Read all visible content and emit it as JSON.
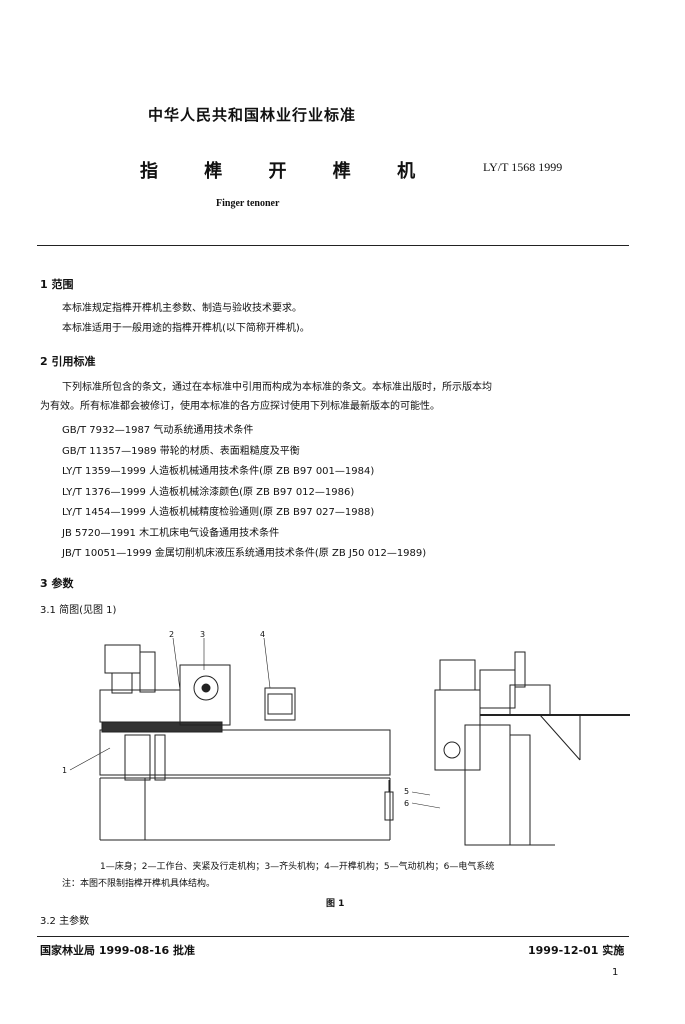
{
  "header": {
    "organization": "中华人民共和国林业行业标准",
    "title": "指 榫 开 榫 机",
    "standard_number": "LY/T 1568 1999",
    "english_title": "Finger tenoner"
  },
  "section1": {
    "heading": "1  范围",
    "p1": "本标准规定指榫开榫机主参数、制造与验收技术要求。",
    "p2": "本标准适用于一般用途的指榫开榫机(以下简称开榫机)。"
  },
  "section2": {
    "heading": "2  引用标准",
    "intro_line1": "下列标准所包含的条文，通过在本标准中引用而构成为本标准的条文。本标准出版时，所示版本均",
    "intro_line2": "为有效。所有标准都会被修订，使用本标准的各方应探讨使用下列标准最新版本的可能性。",
    "refs": [
      "GB/T 7932—1987  气动系统通用技术条件",
      "GB/T 11357—1989  带轮的材质、表面粗糙度及平衡",
      "LY/T 1359—1999  人造板机械通用技术条件(原 ZB B97 001—1984)",
      "LY/T 1376—1999  人造板机械涂漆颜色(原 ZB B97 012—1986)",
      "LY/T 1454—1999  人造板机械精度检验通则(原 ZB B97 027—1988)",
      "JB 5720—1991  木工机床电气设备通用技术条件",
      "JB/T 10051—1999  金属切削机床液压系统通用技术条件(原 ZB J50 012—1989)"
    ]
  },
  "section3": {
    "heading": "3  参数",
    "sub1": "3.1  简图(见图 1)",
    "figure_labels": [
      "1",
      "2",
      "3",
      "4",
      "5",
      "6"
    ],
    "legend": "1—床身；2—工作台、夹紧及行走机构；3—齐头机构；4—开榫机构；5—气动机构；6—电气系统",
    "note": "注：本图不限制指榫开榫机具体结构。",
    "figure_caption": "图 1",
    "sub2": "3.2  主参数"
  },
  "footer": {
    "approval": "国家林业局 1999-08-16 批准",
    "implementation": "1999-12-01 实施",
    "page_number": "1"
  }
}
